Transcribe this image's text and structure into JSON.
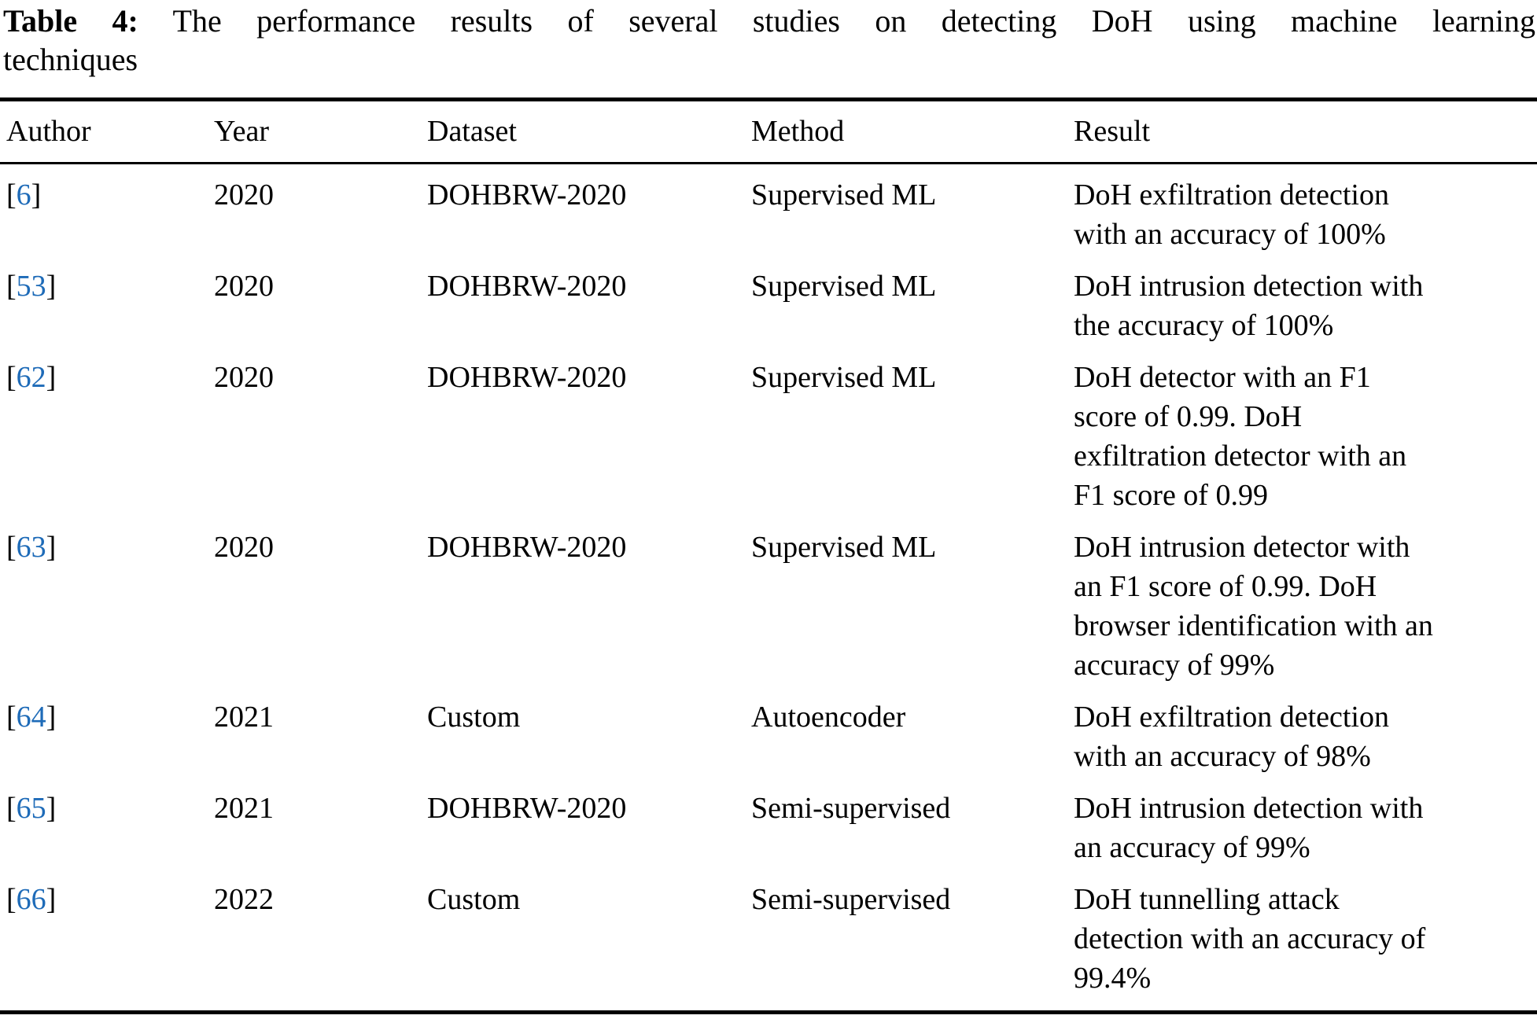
{
  "caption": {
    "label": "Table 4:",
    "line1_rest": "The performance results of several studies on detecting DoH using machine learning",
    "line2": "techniques"
  },
  "table": {
    "bracket_open": "[",
    "bracket_close": "]",
    "link_color": "#1e6bb8",
    "columns": [
      "Author",
      "Year",
      "Dataset",
      "Method",
      "Result"
    ],
    "rows": [
      {
        "ref": "6",
        "year": "2020",
        "dataset": "DOHBRW-2020",
        "method": "Supervised ML",
        "result": [
          "DoH exfiltration detection",
          "with an accuracy of 100%"
        ]
      },
      {
        "ref": "53",
        "year": "2020",
        "dataset": "DOHBRW-2020",
        "method": "Supervised ML",
        "result": [
          "DoH intrusion detection with",
          "the accuracy of 100%"
        ]
      },
      {
        "ref": "62",
        "year": "2020",
        "dataset": "DOHBRW-2020",
        "method": "Supervised ML",
        "result": [
          "DoH detector with an F1",
          "score of 0.99. DoH",
          "exfiltration detector with an",
          "F1 score of 0.99"
        ]
      },
      {
        "ref": "63",
        "year": "2020",
        "dataset": "DOHBRW-2020",
        "method": "Supervised ML",
        "result": [
          "DoH intrusion detector with",
          "an F1 score of 0.99. DoH",
          "browser identification with an",
          "accuracy of 99%"
        ]
      },
      {
        "ref": "64",
        "year": "2021",
        "dataset": "Custom",
        "method": "Autoencoder",
        "result": [
          "DoH exfiltration detection",
          "with an accuracy of 98%"
        ]
      },
      {
        "ref": "65",
        "year": "2021",
        "dataset": "DOHBRW-2020",
        "method": "Semi-supervised",
        "result": [
          "DoH intrusion detection with",
          "an accuracy of 99%"
        ]
      },
      {
        "ref": "66",
        "year": "2022",
        "dataset": "Custom",
        "method": "Semi-supervised",
        "result": [
          "DoH tunnelling attack",
          "detection with an accuracy of",
          "99.4%"
        ]
      }
    ]
  }
}
